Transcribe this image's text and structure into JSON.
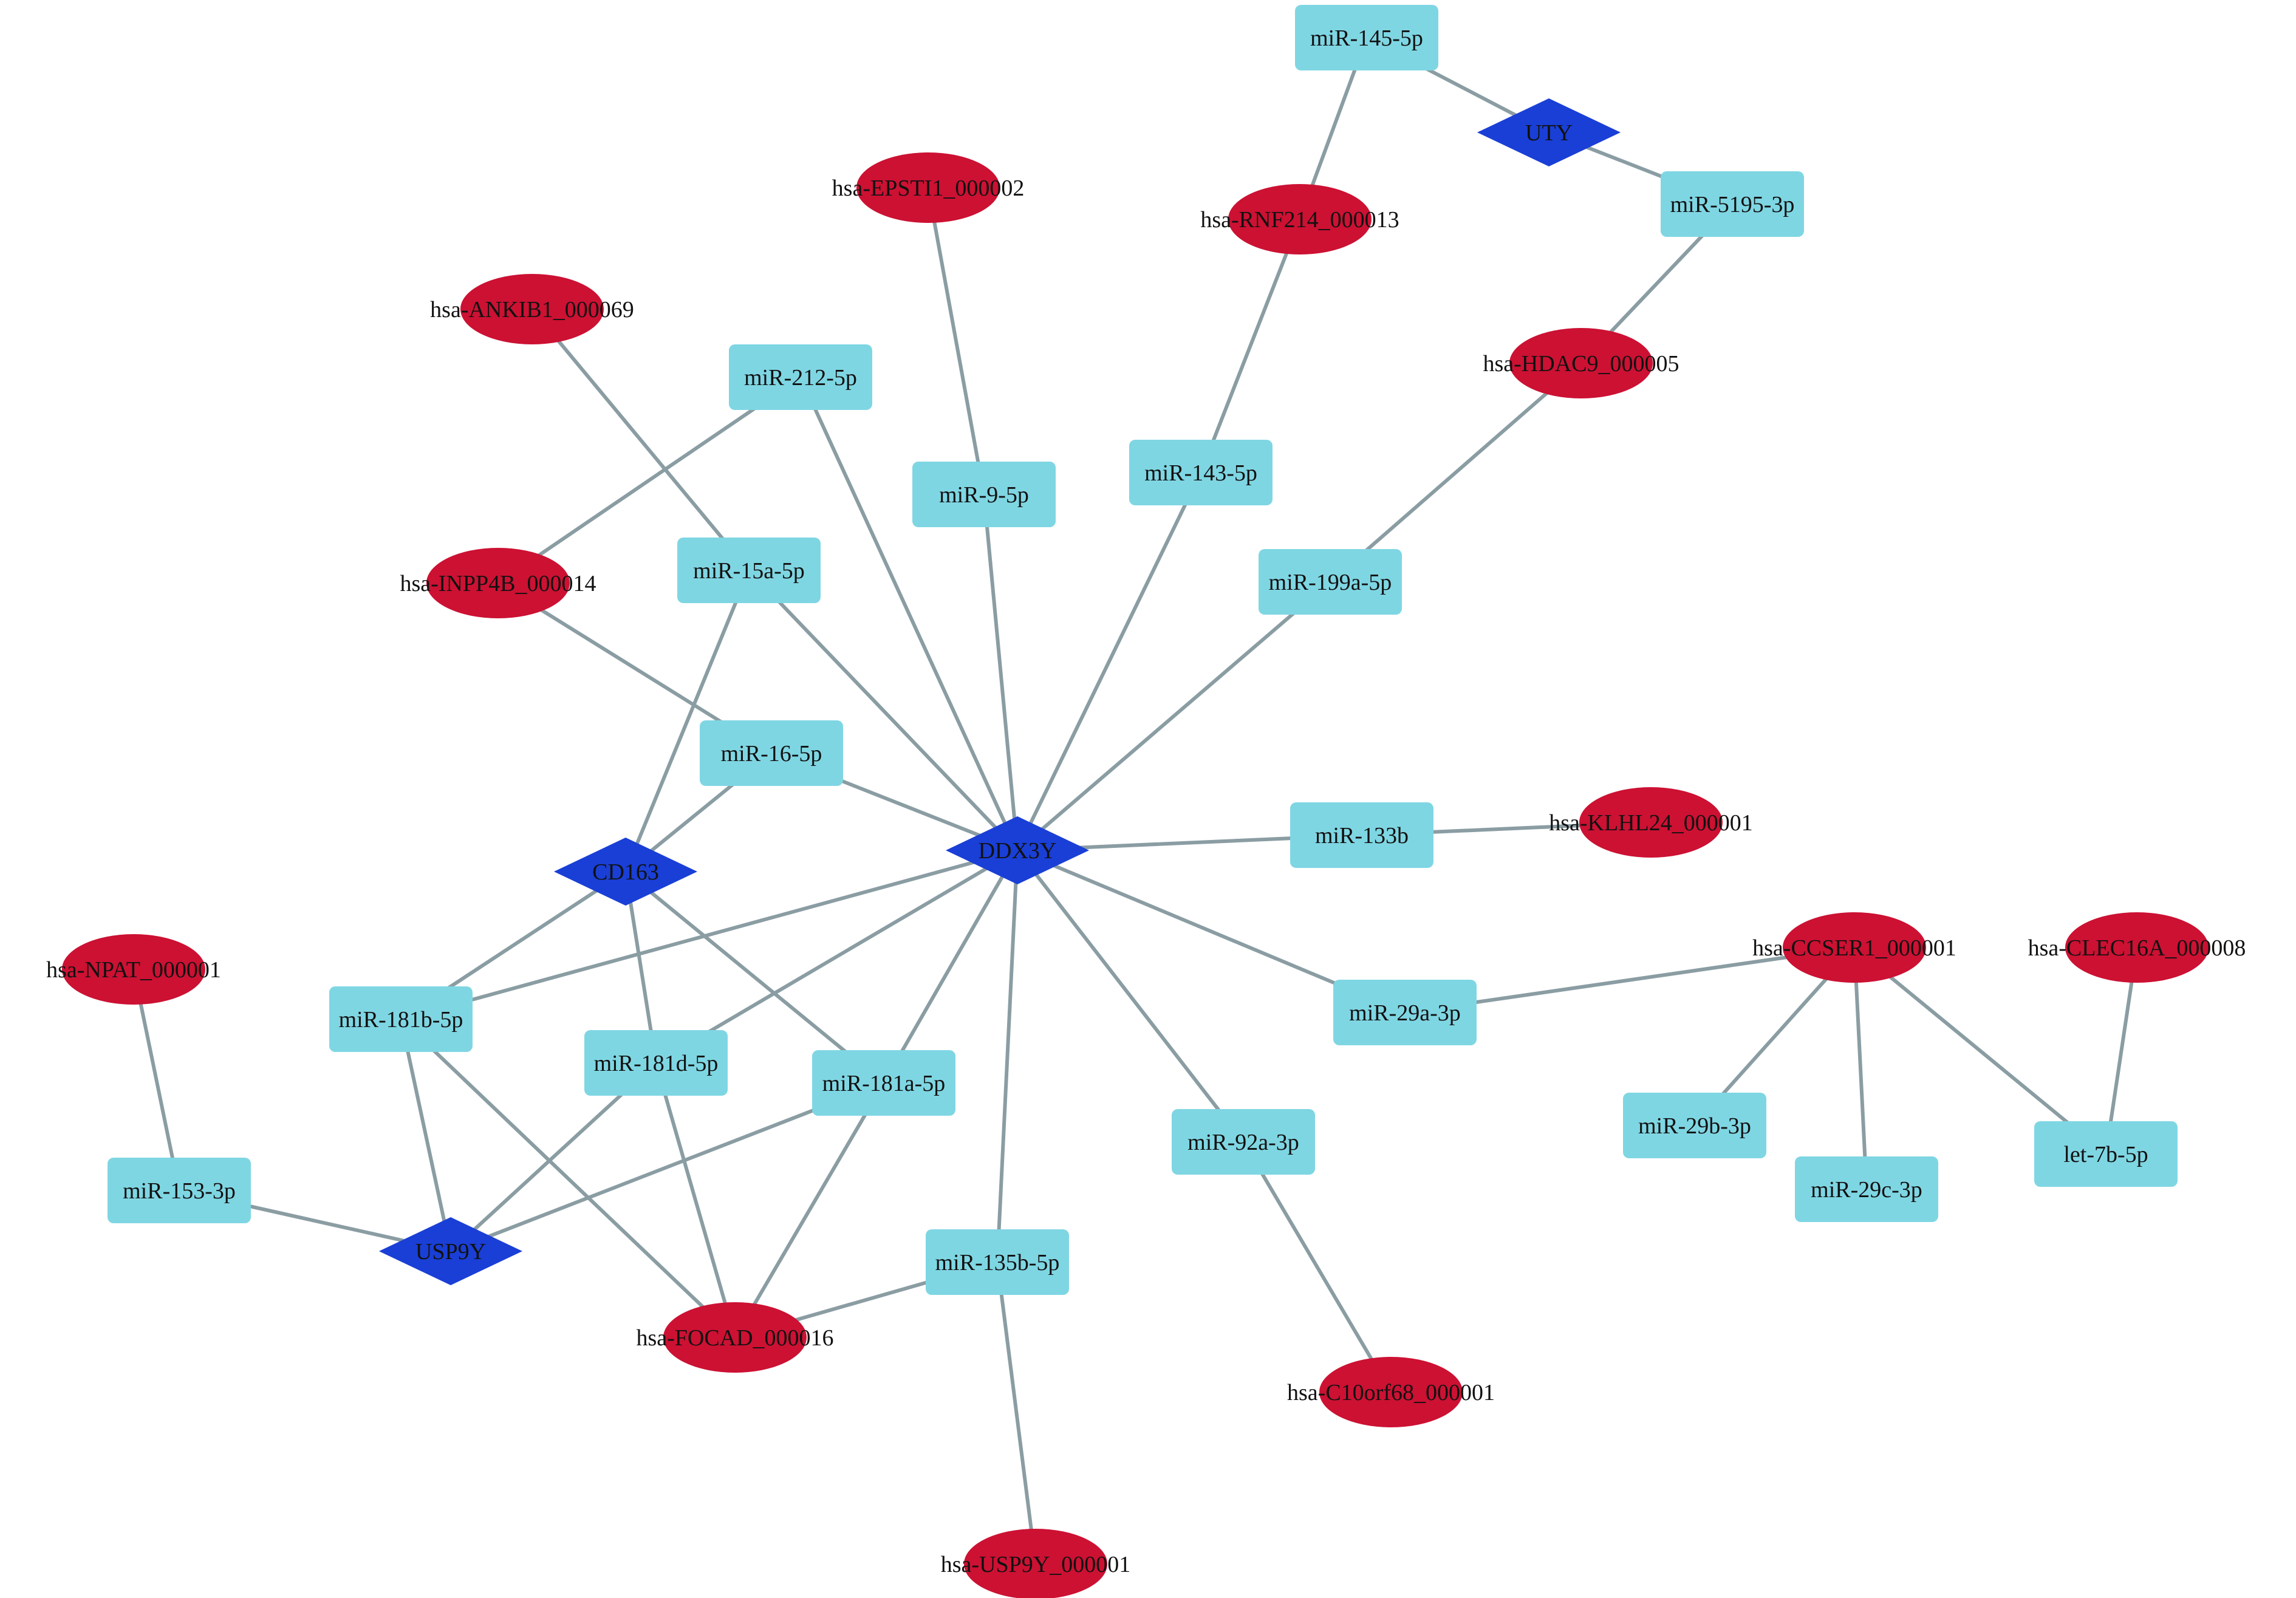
{
  "colors": {
    "circrna": "#cc1133",
    "mirna": "#7fd6e3",
    "gene": "#1a3fd6",
    "edge": "#8a9da3"
  },
  "shapes": {
    "circrna": "ellipse",
    "mirna": "rounded-rectangle",
    "gene": "diamond"
  },
  "nodes": [
    {
      "id": "miR-145-5p",
      "type": "mirna"
    },
    {
      "id": "UTY",
      "type": "gene"
    },
    {
      "id": "miR-5195-3p",
      "type": "mirna"
    },
    {
      "id": "hsa-EPSTI1_000002",
      "type": "circrna"
    },
    {
      "id": "hsa-RNF214_000013",
      "type": "circrna"
    },
    {
      "id": "hsa-ANKIB1_000069",
      "type": "circrna"
    },
    {
      "id": "hsa-HDAC9_000005",
      "type": "circrna"
    },
    {
      "id": "miR-212-5p",
      "type": "mirna"
    },
    {
      "id": "miR-9-5p",
      "type": "mirna"
    },
    {
      "id": "miR-143-5p",
      "type": "mirna"
    },
    {
      "id": "miR-15a-5p",
      "type": "mirna"
    },
    {
      "id": "hsa-INPP4B_000014",
      "type": "circrna"
    },
    {
      "id": "miR-199a-5p",
      "type": "mirna"
    },
    {
      "id": "miR-16-5p",
      "type": "mirna"
    },
    {
      "id": "DDX3Y",
      "type": "gene"
    },
    {
      "id": "miR-133b",
      "type": "mirna"
    },
    {
      "id": "hsa-KLHL24_000001",
      "type": "circrna"
    },
    {
      "id": "CD163",
      "type": "gene"
    },
    {
      "id": "hsa-CCSER1_000001",
      "type": "circrna"
    },
    {
      "id": "hsa-CLEC16A_000008",
      "type": "circrna"
    },
    {
      "id": "hsa-NPAT_000001",
      "type": "circrna"
    },
    {
      "id": "miR-181b-5p",
      "type": "mirna"
    },
    {
      "id": "miR-29a-3p",
      "type": "mirna"
    },
    {
      "id": "miR-181d-5p",
      "type": "mirna"
    },
    {
      "id": "miR-181a-5p",
      "type": "mirna"
    },
    {
      "id": "miR-29b-3p",
      "type": "mirna"
    },
    {
      "id": "let-7b-5p",
      "type": "mirna"
    },
    {
      "id": "miR-92a-3p",
      "type": "mirna"
    },
    {
      "id": "miR-29c-3p",
      "type": "mirna"
    },
    {
      "id": "miR-153-3p",
      "type": "mirna"
    },
    {
      "id": "USP9Y",
      "type": "gene"
    },
    {
      "id": "miR-135b-5p",
      "type": "mirna"
    },
    {
      "id": "hsa-FOCAD_000016",
      "type": "circrna"
    },
    {
      "id": "hsa-C10orf68_000001",
      "type": "circrna"
    },
    {
      "id": "hsa-USP9Y_000001",
      "type": "circrna"
    }
  ],
  "edges": [
    [
      "miR-145-5p",
      "UTY"
    ],
    [
      "UTY",
      "miR-5195-3p"
    ],
    [
      "miR-145-5p",
      "hsa-RNF214_000013"
    ],
    [
      "hsa-RNF214_000013",
      "miR-143-5p"
    ],
    [
      "miR-5195-3p",
      "hsa-HDAC9_000005"
    ],
    [
      "hsa-HDAC9_000005",
      "miR-199a-5p"
    ],
    [
      "hsa-EPSTI1_000002",
      "miR-9-5p"
    ],
    [
      "hsa-ANKIB1_000069",
      "miR-15a-5p"
    ],
    [
      "miR-212-5p",
      "hsa-INPP4B_000014"
    ],
    [
      "hsa-INPP4B_000014",
      "miR-16-5p"
    ],
    [
      "miR-212-5p",
      "DDX3Y"
    ],
    [
      "miR-9-5p",
      "DDX3Y"
    ],
    [
      "miR-143-5p",
      "DDX3Y"
    ],
    [
      "miR-199a-5p",
      "DDX3Y"
    ],
    [
      "miR-15a-5p",
      "DDX3Y"
    ],
    [
      "miR-16-5p",
      "DDX3Y"
    ],
    [
      "miR-133b",
      "DDX3Y"
    ],
    [
      "miR-133b",
      "hsa-KLHL24_000001"
    ],
    [
      "miR-181b-5p",
      "DDX3Y"
    ],
    [
      "miR-181d-5p",
      "DDX3Y"
    ],
    [
      "miR-181a-5p",
      "DDX3Y"
    ],
    [
      "miR-135b-5p",
      "DDX3Y"
    ],
    [
      "miR-92a-3p",
      "DDX3Y"
    ],
    [
      "miR-29a-3p",
      "DDX3Y"
    ],
    [
      "miR-15a-5p",
      "CD163"
    ],
    [
      "miR-16-5p",
      "CD163"
    ],
    [
      "CD163",
      "miR-181b-5p"
    ],
    [
      "CD163",
      "miR-181d-5p"
    ],
    [
      "CD163",
      "miR-181a-5p"
    ],
    [
      "miR-29a-3p",
      "hsa-CCSER1_000001"
    ],
    [
      "hsa-CCSER1_000001",
      "miR-29b-3p"
    ],
    [
      "hsa-CCSER1_000001",
      "miR-29c-3p"
    ],
    [
      "hsa-CCSER1_000001",
      "let-7b-5p"
    ],
    [
      "hsa-CLEC16A_000008",
      "let-7b-5p"
    ],
    [
      "hsa-NPAT_000001",
      "miR-153-3p"
    ],
    [
      "miR-153-3p",
      "USP9Y"
    ],
    [
      "miR-181b-5p",
      "USP9Y"
    ],
    [
      "miR-181d-5p",
      "USP9Y"
    ],
    [
      "miR-181a-5p",
      "USP9Y"
    ],
    [
      "miR-181b-5p",
      "hsa-FOCAD_000016"
    ],
    [
      "miR-181d-5p",
      "hsa-FOCAD_000016"
    ],
    [
      "miR-181a-5p",
      "hsa-FOCAD_000016"
    ],
    [
      "miR-135b-5p",
      "hsa-FOCAD_000016"
    ],
    [
      "miR-135b-5p",
      "hsa-USP9Y_000001"
    ],
    [
      "miR-92a-3p",
      "hsa-C10orf68_000001"
    ]
  ]
}
